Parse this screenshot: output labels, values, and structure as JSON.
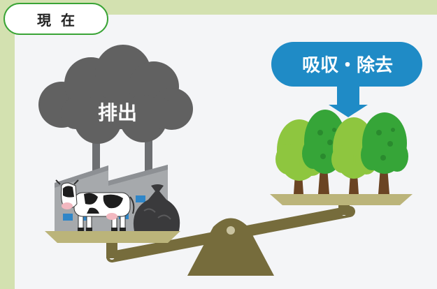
{
  "header": {
    "tab_label": "現在"
  },
  "emission": {
    "label": "排出"
  },
  "absorption": {
    "label": "吸収・除去"
  },
  "colors": {
    "frame": "#d3e1b0",
    "tab_border": "#3aa436",
    "cloud": "#616161",
    "bubble": "#1f8bc6",
    "beam": "#766c3c",
    "pan": "#bbb47a",
    "tree_light": "#8ec63f",
    "tree_dark": "#36a538",
    "trunk": "#6b4423"
  },
  "icons": [
    "cloud-icon",
    "factory-icon",
    "cow-icon",
    "garbage-bag-icon",
    "tree-icon",
    "speech-bubble-icon",
    "scale-icon"
  ]
}
